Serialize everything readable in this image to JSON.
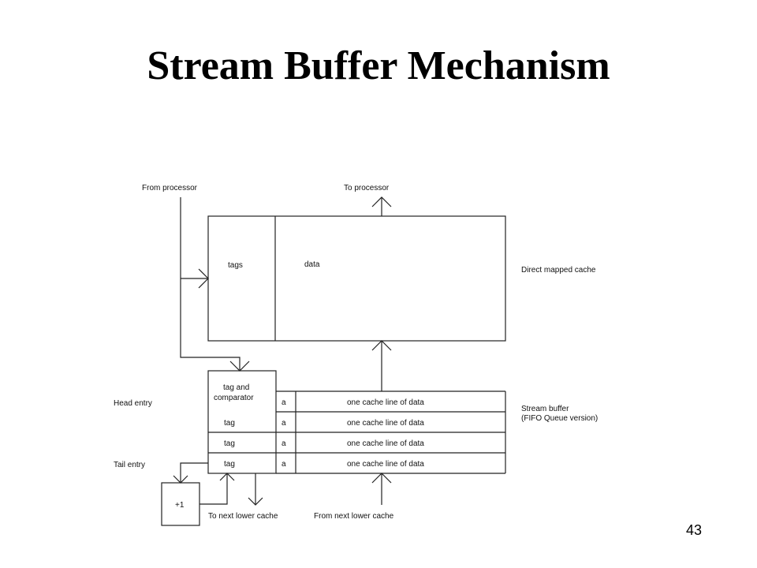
{
  "title": "Stream Buffer Mechanism",
  "page_number": "43",
  "diagram": {
    "labels": {
      "from_processor": "From processor",
      "to_processor": "To processor",
      "tags": "tags",
      "data": "data",
      "direct_mapped_cache": "Direct mapped cache",
      "tag_comparator_line1": "tag and",
      "tag_comparator_line2": "comparator",
      "head_entry": "Head entry",
      "tail_entry": "Tail entry",
      "stream_buffer_line1": "Stream buffer",
      "stream_buffer_line2": "(FIFO Queue version)",
      "incrementer": "+1",
      "to_next_lower_cache": "To next lower cache",
      "from_next_lower_cache": "From next lower cache"
    },
    "rows": [
      {
        "tag": "",
        "a": "a",
        "data": "one cache line of data"
      },
      {
        "tag": "tag",
        "a": "a",
        "data": "one cache line of data"
      },
      {
        "tag": "tag",
        "a": "a",
        "data": "one cache line of data"
      },
      {
        "tag": "tag",
        "a": "a",
        "data": "one cache line of data"
      }
    ]
  }
}
